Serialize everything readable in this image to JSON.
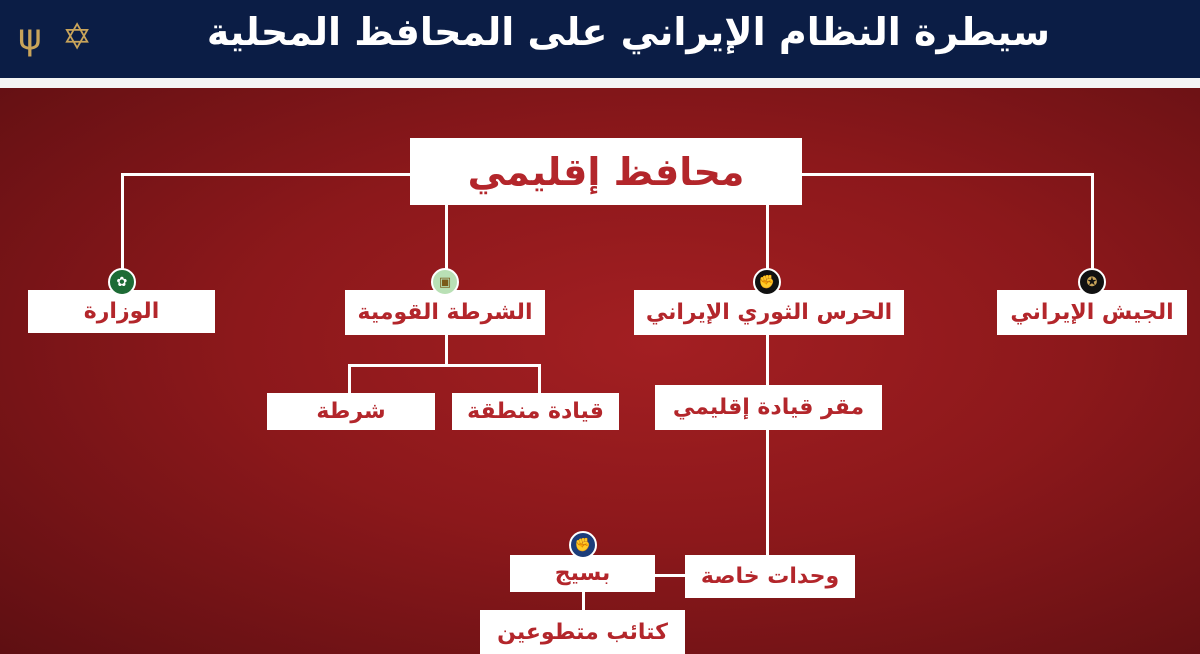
{
  "header": {
    "title": "سيطرة النظام الإيراني على المحافظ المحلية",
    "logos": [
      "antenna-emblem",
      "idf-emblem"
    ]
  },
  "nodes": {
    "root": "محافظ إقليمي",
    "ministry": "الوزارة",
    "police": "الشرطة القومية",
    "irgc": "الحرس الثوري الإيراني",
    "army": "الجيش الإيراني",
    "police_station": "شرطة",
    "area_command": "قيادة منطقة",
    "regional_hq": "مقر قيادة إقليمي",
    "special_units": "وحدات خاصة",
    "basij": "بسيج",
    "volunteer_battalions": "كتائب متطوعين"
  },
  "colors": {
    "header": "#0b1d45",
    "background": "#8c181b",
    "text": "#b3262b"
  }
}
